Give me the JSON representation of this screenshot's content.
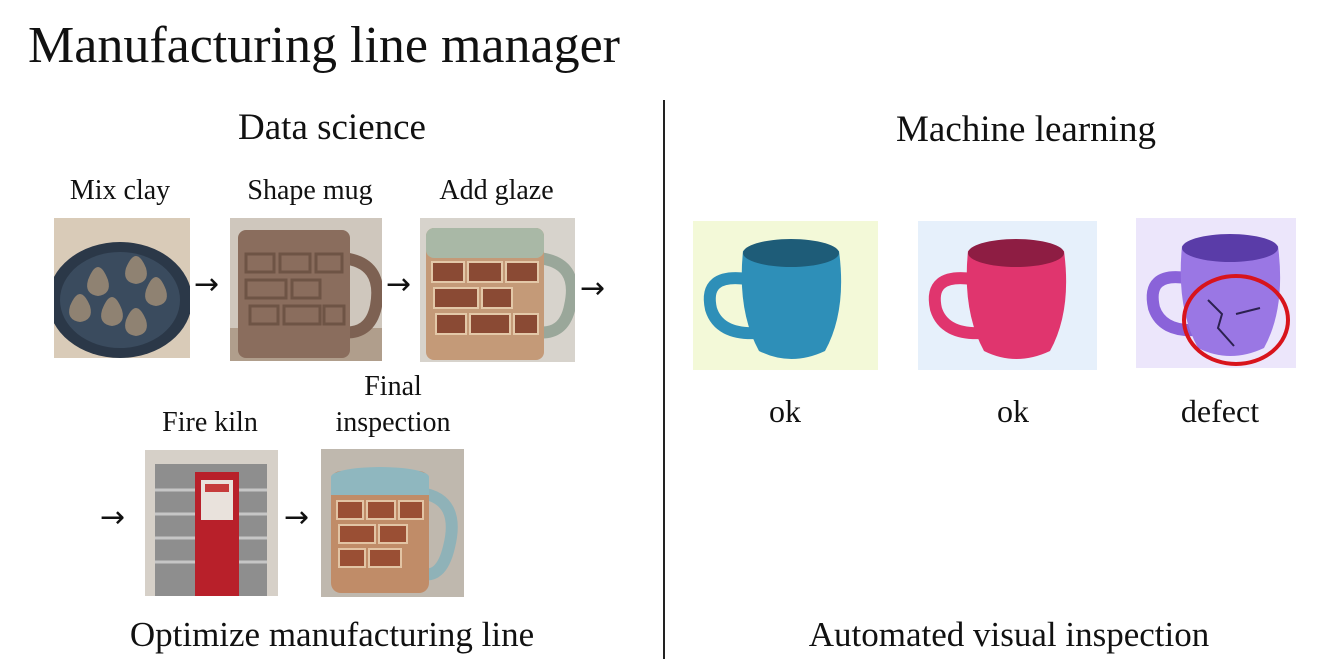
{
  "title": "Manufacturing line manager",
  "data_science": {
    "heading": "Data science",
    "steps": [
      {
        "label": "Mix clay"
      },
      {
        "label": "Shape mug"
      },
      {
        "label": "Add glaze"
      },
      {
        "label": "Fire kiln"
      },
      {
        "label_line1": "Final",
        "label_line2": "inspection"
      }
    ],
    "footer": "Optimize manufacturing line"
  },
  "machine_learning": {
    "heading": "Machine learning",
    "samples": [
      {
        "label": "ok",
        "mug_color": "#2e8fb8",
        "bg_color": "#f3f9d8"
      },
      {
        "label": "ok",
        "mug_color": "#e0356e",
        "bg_color": "#e6f0fb"
      },
      {
        "label": "defect",
        "mug_color": "#8a63d9",
        "bg_color": "#ece6fb",
        "highlight_color": "#d8141c"
      }
    ],
    "footer": "Automated visual inspection"
  },
  "icons": {
    "arrow": "right-arrow-icon"
  }
}
